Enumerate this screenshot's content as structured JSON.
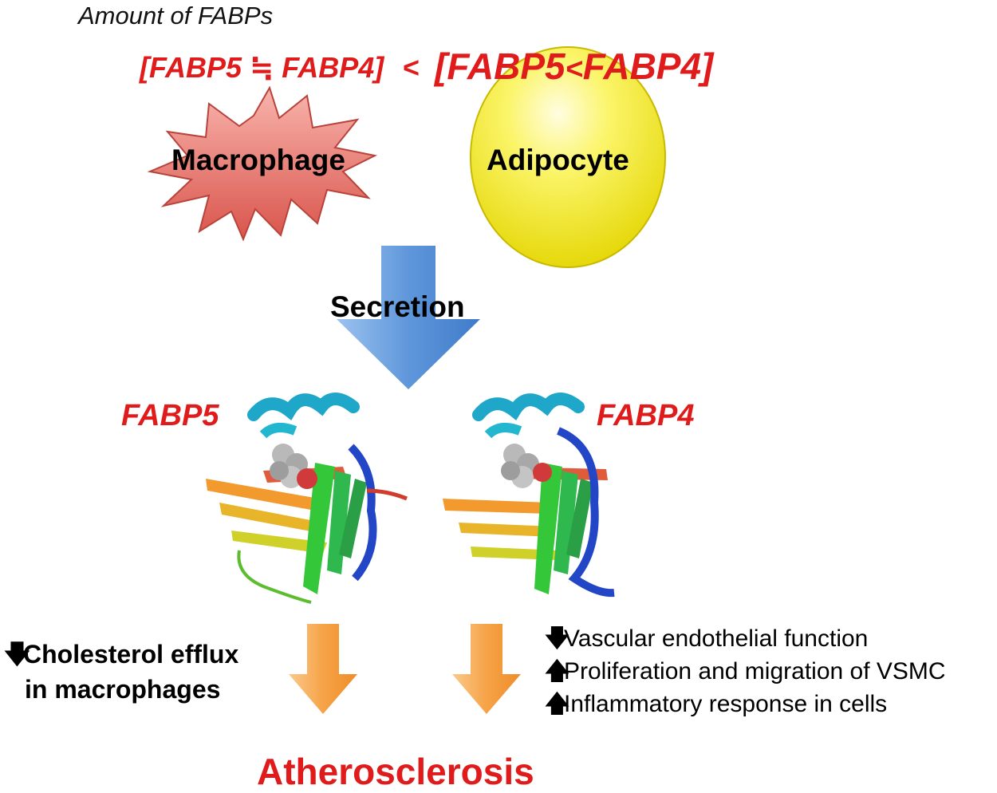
{
  "header": {
    "amount_label": "Amount of FABPs",
    "comparison_left": "[FABP5 ≒ FABP4]",
    "comparison_operator": "<",
    "comparison_right_open": "[FABP5",
    "comparison_right_lt": "<",
    "comparison_right_close": "FABP4]"
  },
  "cells": {
    "macrophage": "Macrophage",
    "adipocyte": "Adipocyte"
  },
  "process": {
    "secretion": "Secretion"
  },
  "proteins": {
    "fabp5": "FABP5",
    "fabp4": "FABP4"
  },
  "effects": {
    "left_lines": [
      {
        "icon": "down-arrow-icon",
        "text": "Cholesterol efflux"
      },
      {
        "icon": "",
        "text": "in macrophages"
      }
    ],
    "right_lines": [
      {
        "icon": "down-arrow-icon",
        "text": "Vascular endothelial function"
      },
      {
        "icon": "up-arrow-icon",
        "text": "Proliferation and migration of VSMC"
      },
      {
        "icon": "up-arrow-icon",
        "text": "Inflammatory response in cells"
      }
    ]
  },
  "outcome": {
    "label": "Atherosclerosis"
  },
  "colors": {
    "accent_red": "#e01b1b",
    "macrophage_fill": "#e98580",
    "adipocyte_fill": "#f5ef3a",
    "secretion_arrow": "#6fa3df",
    "effect_arrow": "#f6a347"
  }
}
